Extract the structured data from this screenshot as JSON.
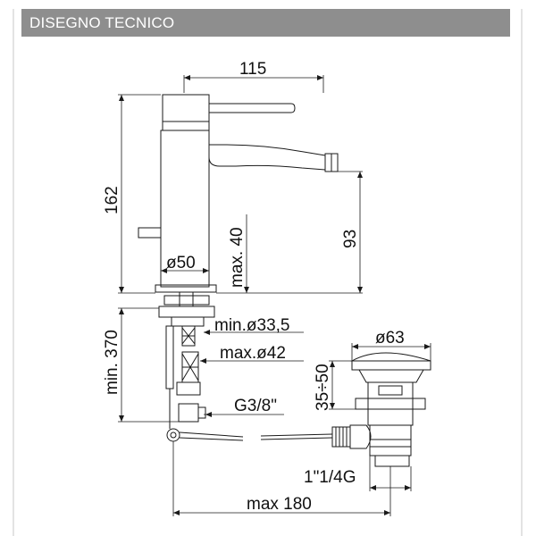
{
  "header": {
    "title": "DISEGNO TECNICO",
    "bar_color": "#8e8e8e",
    "title_color": "#ffffff"
  },
  "dimensions": {
    "width_top": "115",
    "height_total": "162",
    "spout_height": "93",
    "max_40": "max. 40",
    "diameter_50": "ø50",
    "min_370": "min. 370",
    "min_hole": "min.ø33,5",
    "max_hole": "max.ø42",
    "thread_hose": "G3/8\"",
    "diameter_63": "ø63",
    "range_35_50": "35÷50",
    "thread_waste": "1\"1/4G",
    "max_180": "max 180"
  },
  "colors": {
    "line": "#1a1a1a",
    "fill": "#ffffff"
  }
}
